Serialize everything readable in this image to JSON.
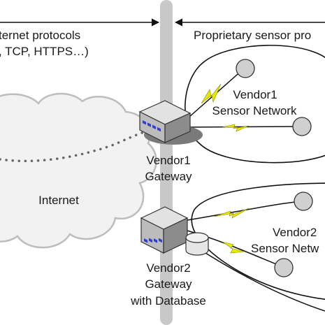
{
  "header": {
    "left_line1": "ternet protocols",
    "left_line2": ", TCP, HTTPS…)",
    "right_line1": "Proprietary sensor pro"
  },
  "internet": {
    "label": "Internet"
  },
  "vendor1_network": {
    "line1": "Vendor1",
    "line2": "Sensor Network"
  },
  "vendor1_gateway": {
    "line1": "Vendor1",
    "line2": "Gateway"
  },
  "vendor2_network": {
    "line1": "Vendor2",
    "line2": "Sensor Netw"
  },
  "vendor2_gateway": {
    "line1": "Vendor2",
    "line2": "Gateway",
    "line3": "with Database"
  },
  "colors": {
    "cloud_fill": "#f2f2f2",
    "cloud_stroke": "#bdbdbd",
    "divider": "#c8c8c8",
    "lightning": "#e8e800",
    "node_fill": "#d0d0d0",
    "gateway_top": "#e2e2e2",
    "gateway_front": "#bcbcbc",
    "gateway_side": "#8c8c8c",
    "gateway_leds": "#2f3fcf"
  }
}
